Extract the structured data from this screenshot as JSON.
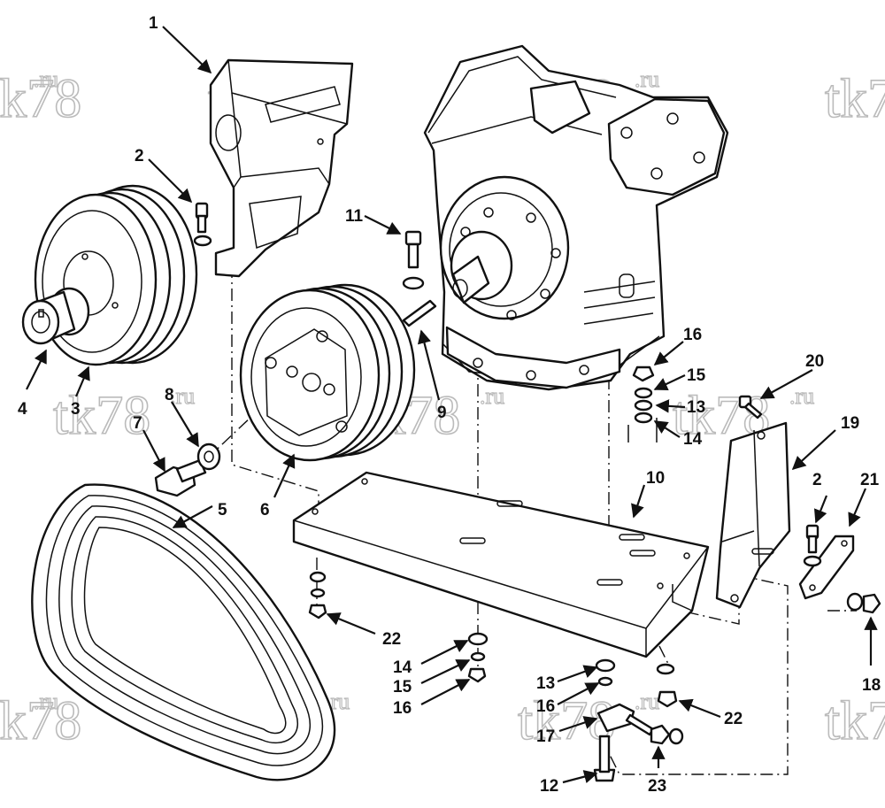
{
  "watermark": {
    "main": "tk78",
    "suffix": ".ru"
  },
  "callouts": {
    "c1": "1",
    "c2a": "2",
    "c2b": "2",
    "c3": "3",
    "c4": "4",
    "c5": "5",
    "c6": "6",
    "c7": "7",
    "c8": "8",
    "c9": "9",
    "c10": "10",
    "c11": "11",
    "c12": "12",
    "c13a": "13",
    "c13b": "13",
    "c14a": "14",
    "c14b": "14",
    "c15a": "15",
    "c15b": "15",
    "c16a": "16",
    "c16b": "16",
    "c16c": "16",
    "c17": "17",
    "c18": "18",
    "c19": "19",
    "c20": "20",
    "c21": "21",
    "c22a": "22",
    "c22b": "22",
    "c23": "23"
  }
}
